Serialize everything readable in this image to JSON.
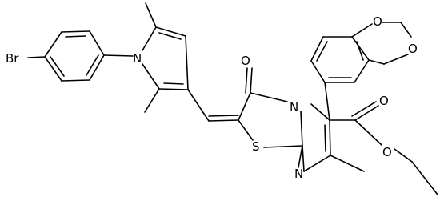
{
  "molecule": {
    "atom_labels": {
      "br": "Br",
      "n_pyrrole": "N",
      "o_ketone": "O",
      "n_ring": "N",
      "s_ring": "S",
      "n_imine": "N",
      "o_dioxole_top": "O",
      "o_dioxole_bottom": "O",
      "o_carbonyl_ester": "O",
      "o_ester_link": "O"
    }
  }
}
